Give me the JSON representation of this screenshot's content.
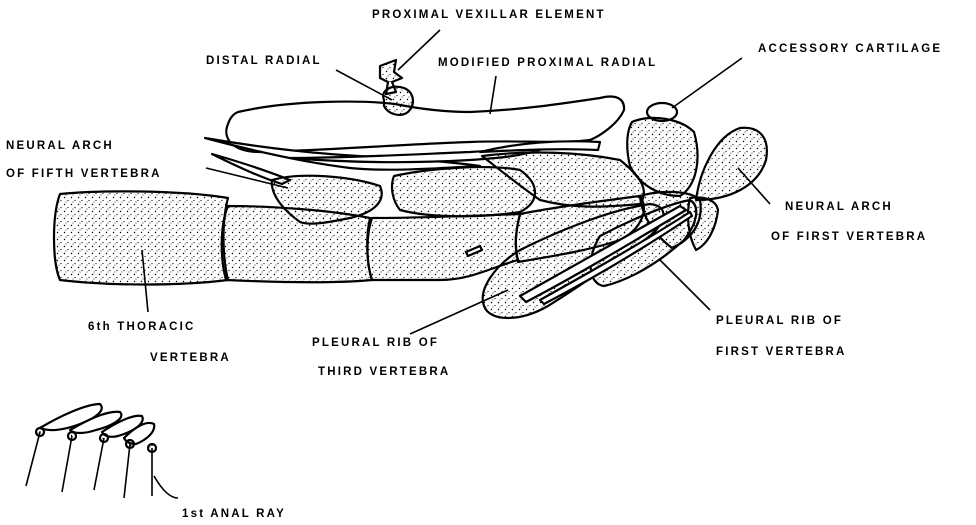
{
  "labels": {
    "proximal_vexillar_element": "PROXIMAL VEXILLAR ELEMENT",
    "distal_radial": "DISTAL RADIAL",
    "modified_proximal_radial": "MODIFIED PROXIMAL RADIAL",
    "accessory_cartilage": "ACCESSORY CARTILAGE",
    "neural_arch_fifth_line1": "NEURAL ARCH",
    "neural_arch_fifth_line2": "OF FIFTH VERTEBRA",
    "neural_arch_first_line1": "NEURAL ARCH",
    "neural_arch_first_line2": "OF FIRST VERTEBRA",
    "thoracic_line1": "6th THORACIC",
    "thoracic_line2": "VERTEBRA",
    "rib_third_line1": "PLEURAL RIB OF",
    "rib_third_line2": "THIRD VERTEBRA",
    "rib_first_line1": "PLEURAL RIB OF",
    "rib_first_line2": "FIRST VERTEBRA",
    "anal_ray": "1st ANAL RAY"
  },
  "colors": {
    "ink": "#000000",
    "paper": "#ffffff"
  }
}
